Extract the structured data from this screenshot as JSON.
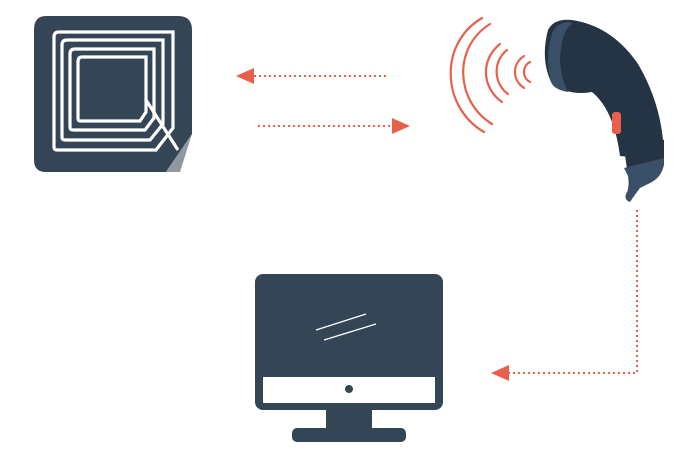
{
  "diagram": {
    "type": "rfid-system-flow",
    "nodes": [
      {
        "id": "rfid-tag",
        "icon": "rfid-tag-icon"
      },
      {
        "id": "rfid-reader",
        "icon": "rfid-reader-icon"
      },
      {
        "id": "computer",
        "icon": "monitor-icon"
      }
    ],
    "edges": [
      {
        "from": "rfid-reader",
        "to": "rfid-tag",
        "style": "dotted-arrow"
      },
      {
        "from": "rfid-tag",
        "to": "rfid-reader",
        "style": "dotted-arrow"
      },
      {
        "from": "rfid-reader",
        "to": "computer",
        "style": "dotted-arrow"
      }
    ],
    "colors": {
      "dark": "#344556",
      "reader_dark": "#243444",
      "reader_light": "#3a5068",
      "accent": "#e8604c",
      "white": "#ffffff"
    }
  }
}
